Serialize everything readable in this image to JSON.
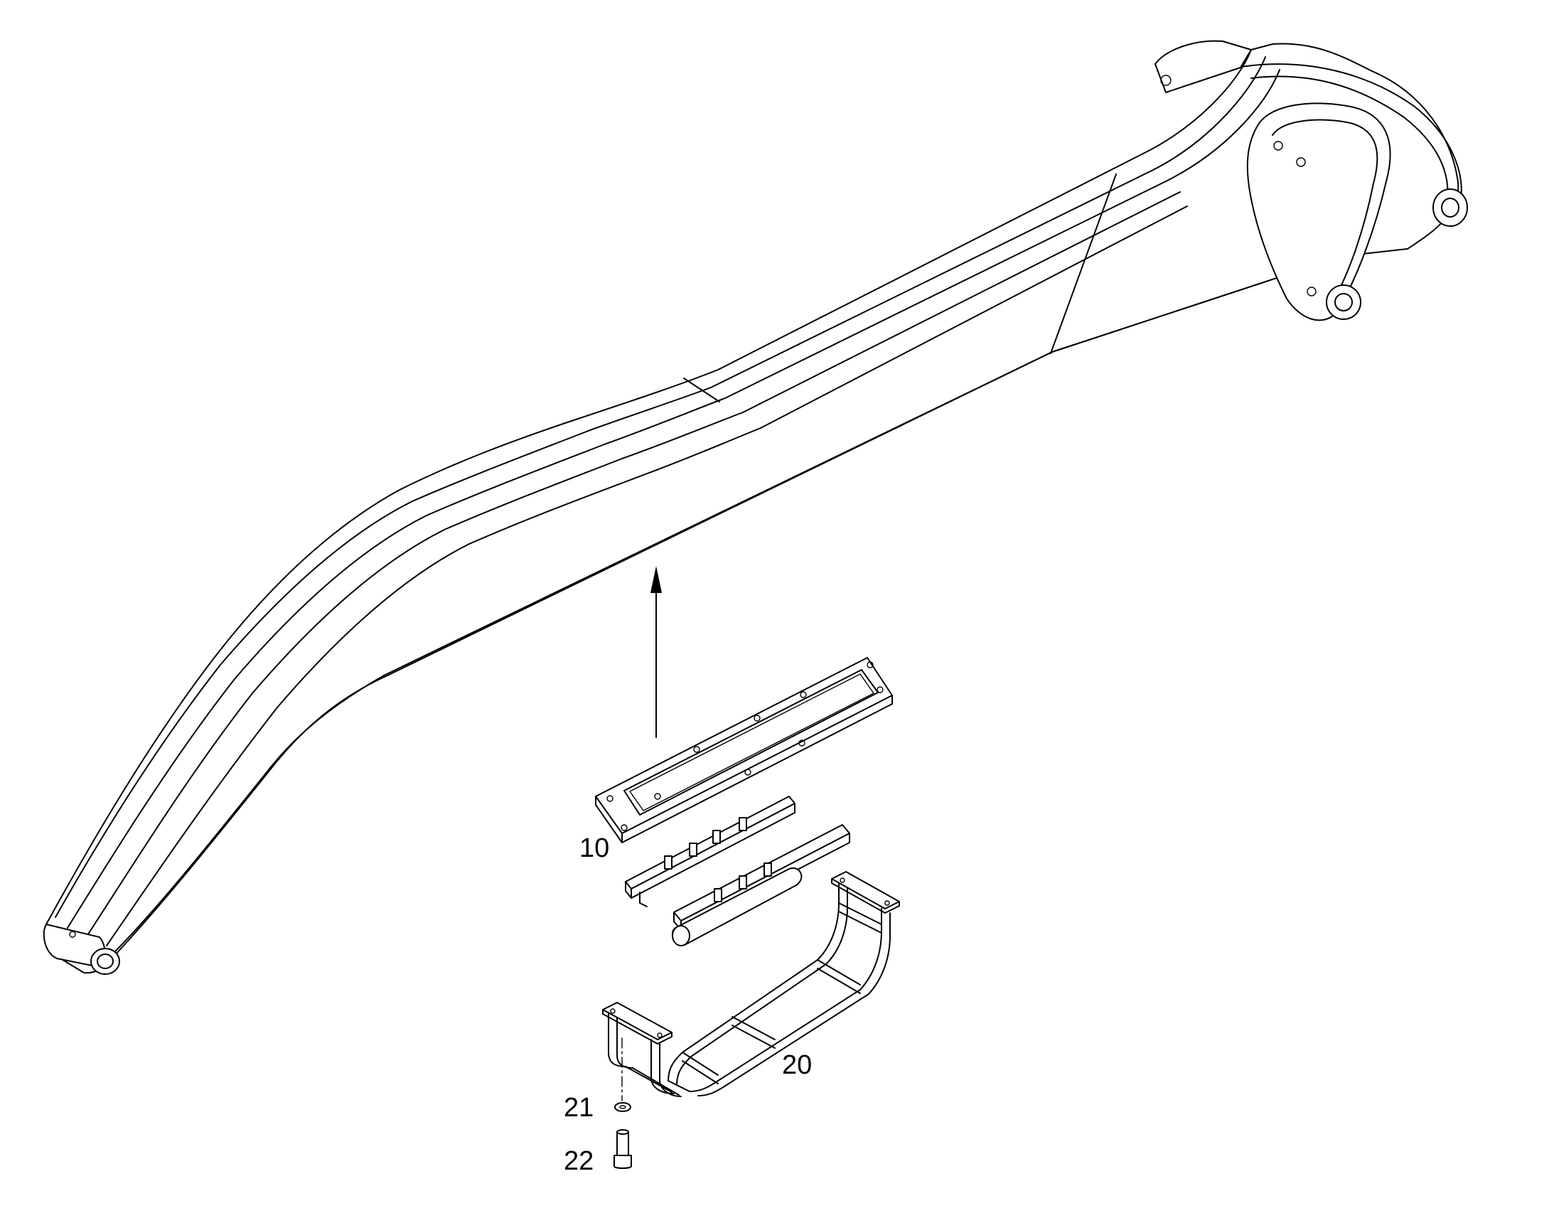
{
  "callouts": {
    "part_10": "10",
    "part_20": "20",
    "part_21": "21",
    "part_22": "22"
  },
  "colors": {
    "line": "#000000",
    "background": "#ffffff"
  }
}
